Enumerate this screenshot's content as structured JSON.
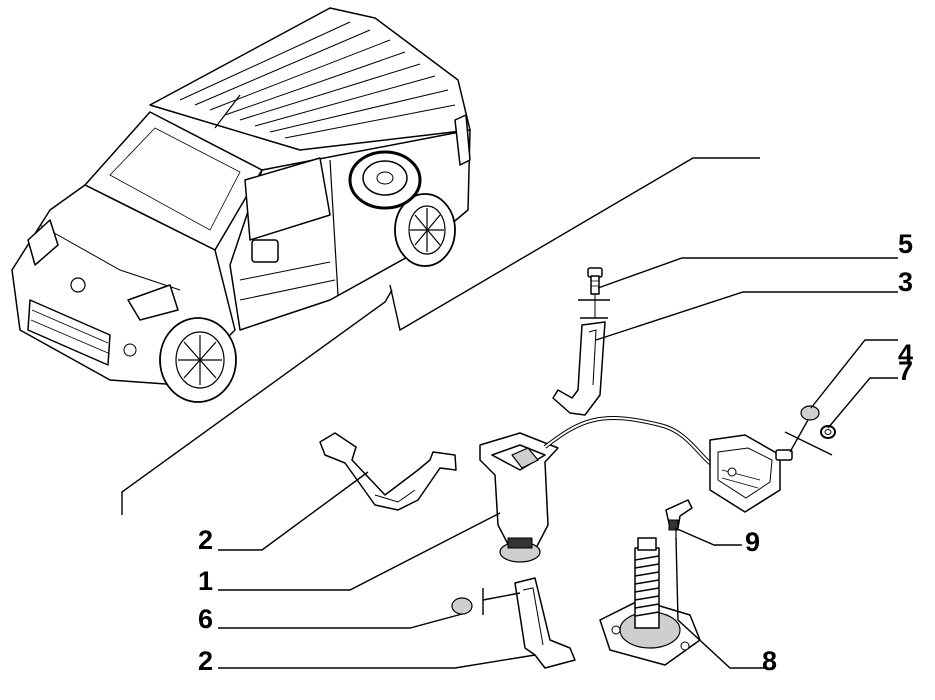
{
  "callouts": [
    {
      "id": "c5",
      "label": "5"
    },
    {
      "id": "c3",
      "label": "3"
    },
    {
      "id": "c4",
      "label": "4"
    },
    {
      "id": "c7",
      "label": "7"
    },
    {
      "id": "c2a",
      "label": "2"
    },
    {
      "id": "c9",
      "label": "9"
    },
    {
      "id": "c1",
      "label": "1"
    },
    {
      "id": "c6",
      "label": "6"
    },
    {
      "id": "c2b",
      "label": "2"
    },
    {
      "id": "c8",
      "label": "8"
    }
  ]
}
